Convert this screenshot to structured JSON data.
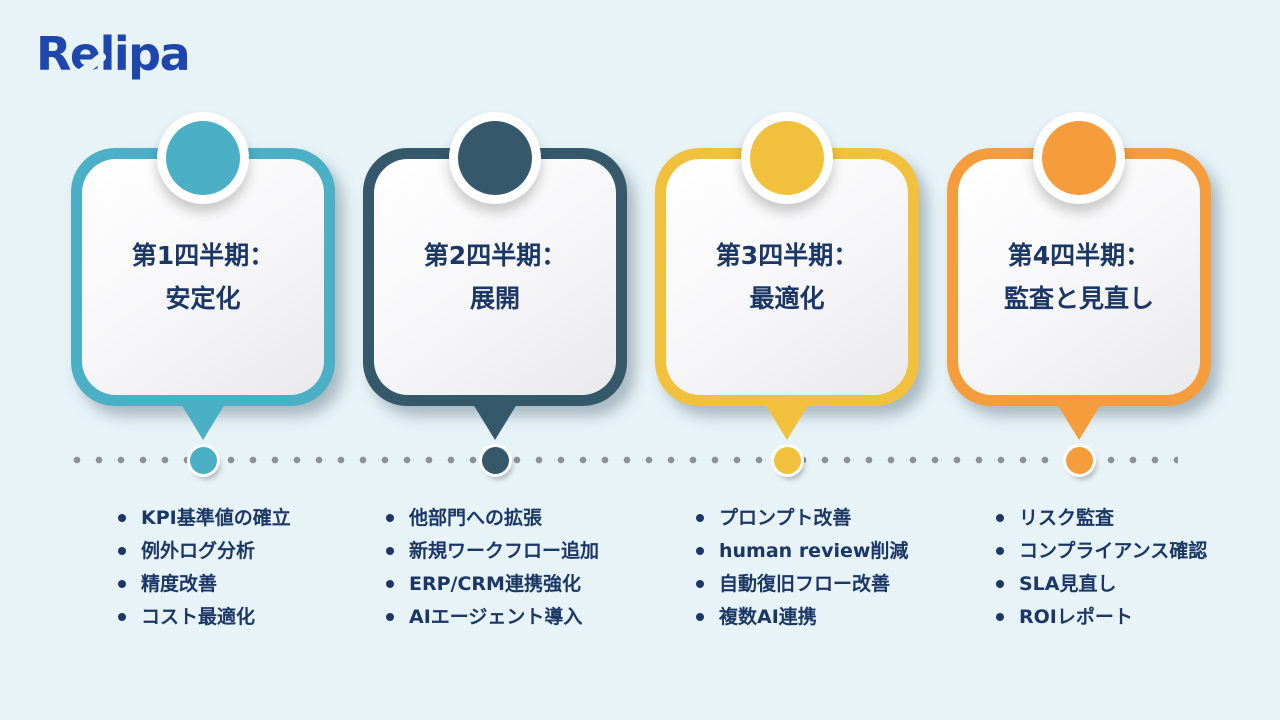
{
  "page": {
    "background_color": "#e7f3f7",
    "text_color": "#1b3765",
    "timeline_dot_color": "#8a9096"
  },
  "logo": {
    "text": "Relipa",
    "color": "#1e46ad"
  },
  "quarters": [
    {
      "title_line1": "第1四半期：",
      "title_line2": "安定化",
      "color": "#4bafc6",
      "items": [
        "KPI基準値の確立",
        "例外ログ分析",
        "精度改善",
        "コスト最適化"
      ]
    },
    {
      "title_line1": "第2四半期：",
      "title_line2": "展開",
      "color": "#35596a",
      "items": [
        "他部門への拡張",
        "新規ワークフロー追加",
        "ERP/CRM連携強化",
        "AIエージェント導入"
      ]
    },
    {
      "title_line1": "第3四半期：",
      "title_line2": "最適化",
      "color": "#f1c13d",
      "items": [
        "プロンプト改善",
        "human review削減",
        "自動復旧フロー改善",
        "複数AI連携"
      ]
    },
    {
      "title_line1": "第4四半期：",
      "title_line2": "監査と見直し",
      "color": "#f59d3d",
      "items": [
        "リスク監査",
        "コンプライアンス確認",
        "SLA見直し",
        "ROIレポート"
      ]
    }
  ]
}
